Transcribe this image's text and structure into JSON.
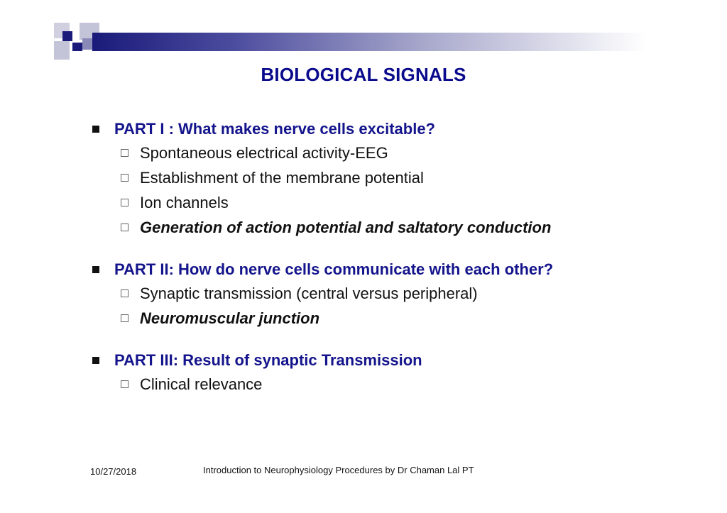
{
  "slide": {
    "title": "BIOLOGICAL SIGNALS",
    "sections": [
      {
        "title": "PART I : What makes nerve cells excitable?",
        "items": [
          {
            "text": "Spontaneous electrical activity-EEG",
            "emphasis": false
          },
          {
            "text": "Establishment of the membrane potential",
            "emphasis": false
          },
          {
            "text": "Ion channels",
            "emphasis": false
          },
          {
            "text": "Generation of action potential and saltatory conduction",
            "emphasis": true
          }
        ]
      },
      {
        "title": "PART II: How do nerve cells communicate with each other?",
        "items": [
          {
            "text": "Synaptic transmission (central versus peripheral)",
            "emphasis": false
          },
          {
            "text": "Neuromuscular junction",
            "emphasis": true
          }
        ]
      },
      {
        "title": "PART III: Result of synaptic Transmission",
        "items": [
          {
            "text": "Clinical relevance",
            "emphasis": false
          }
        ]
      }
    ]
  },
  "footer": {
    "date": "10/27/2018",
    "text": "Introduction to Neurophysiology Procedures by Dr Chaman Lal PT"
  },
  "colors": {
    "title": "#0a0a8c",
    "section_title": "#14148c",
    "bar_dark": "#1a1a7a"
  }
}
